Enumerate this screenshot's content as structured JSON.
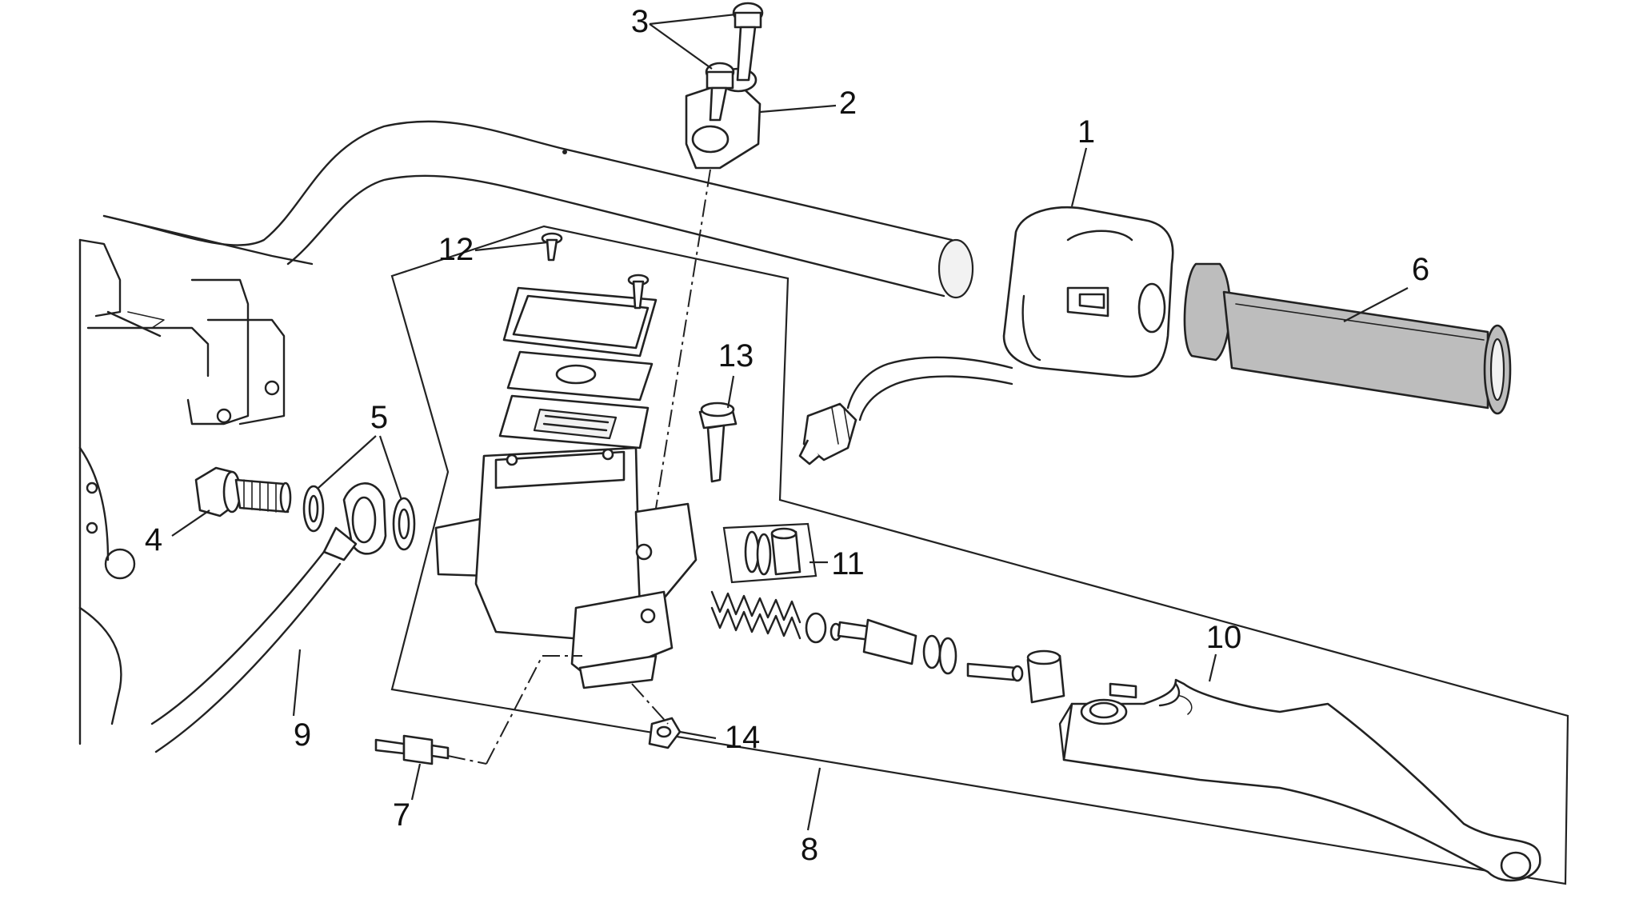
{
  "callouts": [
    {
      "id": "1",
      "text": "1"
    },
    {
      "id": "2",
      "text": "2"
    },
    {
      "id": "3",
      "text": "3"
    },
    {
      "id": "4",
      "text": "4"
    },
    {
      "id": "5",
      "text": "5"
    },
    {
      "id": "6",
      "text": "6"
    },
    {
      "id": "7",
      "text": "7"
    },
    {
      "id": "8",
      "text": "8"
    },
    {
      "id": "9",
      "text": "9"
    },
    {
      "id": "10",
      "text": "10"
    },
    {
      "id": "11",
      "text": "11"
    },
    {
      "id": "12",
      "text": "12"
    },
    {
      "id": "13",
      "text": "13"
    },
    {
      "id": "14",
      "text": "14"
    }
  ],
  "colors": {
    "line": "#222222",
    "background": "#ffffff",
    "grip_fill": "#bdbdbd"
  }
}
